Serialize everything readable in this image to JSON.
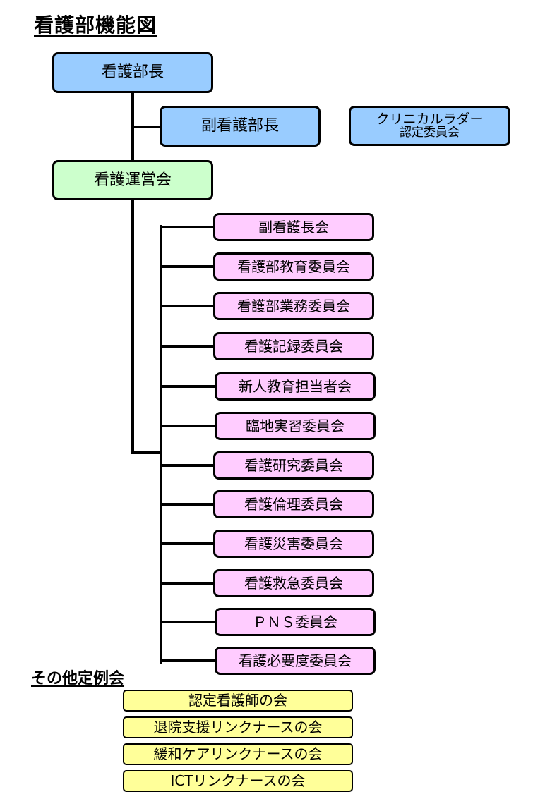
{
  "title": "看護部機能図",
  "director": "看護部長",
  "deputy_director": "副看護部長",
  "ladder_committee": {
    "line1": "クリニカルラダー",
    "line2": "認定委員会"
  },
  "management_committee": "看護運営会",
  "committees": [
    "副看護長会",
    "看護部教育委員会",
    "看護部業務委員会",
    "看護記録委員会",
    "新人教育担当者会",
    "臨地実習委員会",
    "看護研究委員会",
    "看護倫理委員会",
    "看護災害委員会",
    "看護救急委員会",
    "ＰＮＳ委員会",
    "看護必要度委員会"
  ],
  "other_meetings_heading": "その他定例会",
  "other_meetings": [
    "認定看護師の会",
    "退院支援リンクナースの会",
    "緩和ケアリンクナースの会",
    "ICTリンクナースの会"
  ],
  "colors": {
    "blue": "#99ccff",
    "green": "#ccffcc",
    "pink": "#ffccff",
    "yellow": "#ffff99"
  }
}
